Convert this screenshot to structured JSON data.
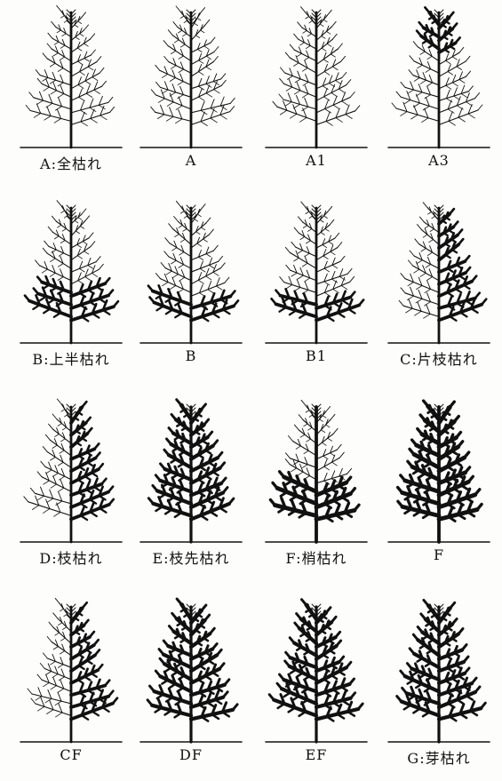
{
  "figure": {
    "rows": [
      [
        {
          "label": "A:全枯れ",
          "style": "thin",
          "heavy": "none"
        },
        {
          "label": "A",
          "style": "thin",
          "heavy": "none"
        },
        {
          "label": "A1",
          "style": "thin",
          "heavy": "none"
        },
        {
          "label": "A3",
          "style": "thin",
          "heavy": "top"
        }
      ],
      [
        {
          "label": "B:上半枯れ",
          "style": "thin",
          "heavy": "bottom"
        },
        {
          "label": "B",
          "style": "thin",
          "heavy": "bottom-light"
        },
        {
          "label": "B1",
          "style": "thin",
          "heavy": "bottom-light"
        },
        {
          "label": "C:片枝枯れ",
          "style": "thin",
          "heavy": "right"
        }
      ],
      [
        {
          "label": "D:枝枯れ",
          "style": "thin",
          "heavy": "right"
        },
        {
          "label": "E:枝先枯れ",
          "style": "medium",
          "heavy": "all"
        },
        {
          "label": "F:梢枯れ",
          "style": "thick",
          "heavy": "bottom"
        },
        {
          "label": "F",
          "style": "thick",
          "heavy": "all"
        }
      ],
      [
        {
          "label": "CF",
          "style": "thin",
          "heavy": "right"
        },
        {
          "label": "DF",
          "style": "medium",
          "heavy": "all"
        },
        {
          "label": "EF",
          "style": "medium",
          "heavy": "all"
        },
        {
          "label": "G:芽枯れ",
          "style": "medium",
          "heavy": "all"
        }
      ]
    ]
  }
}
